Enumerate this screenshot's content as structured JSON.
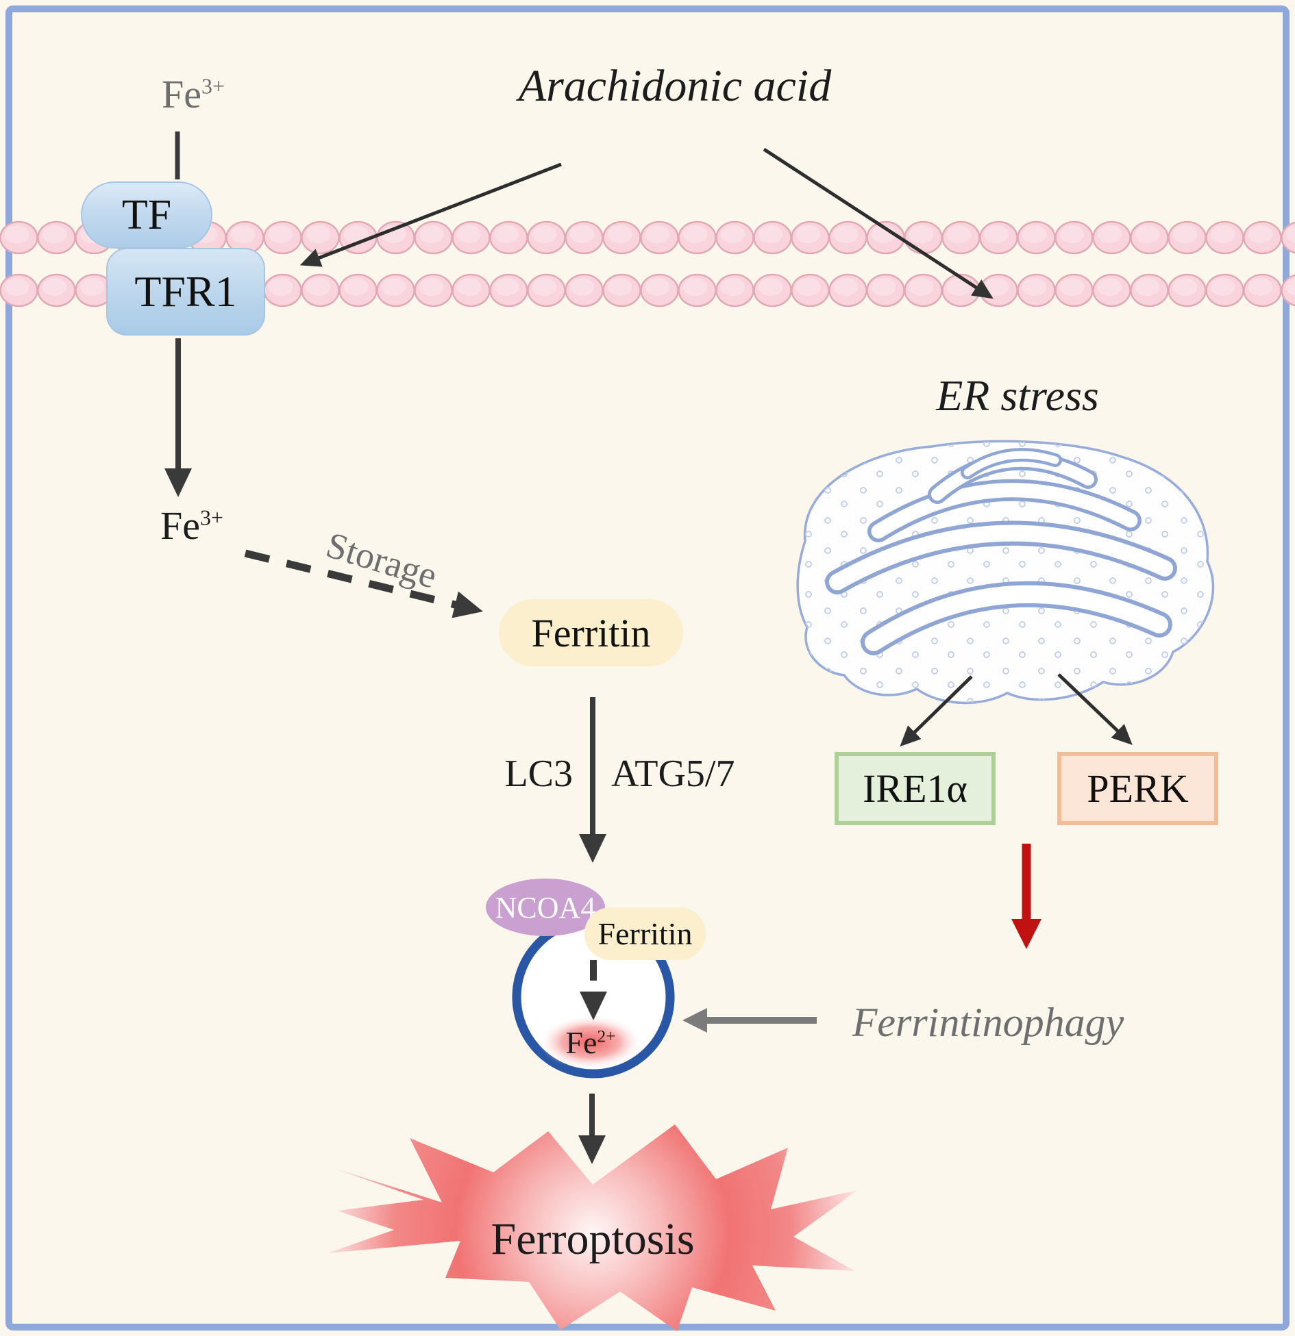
{
  "labels": {
    "arachidonic_acid": "Arachidonic acid",
    "fe3_extracellular": {
      "base": "Fe",
      "sup": "3+"
    },
    "tf": "TF",
    "tfr1": "TFR1",
    "fe3_cytosolic": {
      "base": "Fe",
      "sup": "3+"
    },
    "storage": "Storage",
    "ferritin": "Ferritin",
    "lc3": "LC3",
    "atg57": "ATG5/7",
    "ncoa4": "NCOA4",
    "ferritin_cargo": "Ferritin",
    "fe2": {
      "base": "Fe",
      "sup": "2+"
    },
    "er_stress": "ER stress",
    "ire1a": "IRE1α",
    "perk": "PERK",
    "ferrintinophagy": "Ferrintinophagy",
    "ferroptosis": "Ferroptosis"
  },
  "colors": {
    "background": "#FBF7EC",
    "frame_blue": "#8EA8DB",
    "membrane_head_pink": "#F9D4DC",
    "membrane_outline_pink": "#E0A9B6",
    "receptor_blue": "#BBD5EC",
    "ferritin_cream": "#FCEFCE",
    "ncoa4_purple": "#C9A0D0",
    "autophagosome_ring_blue": "#2A57A5",
    "fe2_glow_red": "#EE5050",
    "ire1a_fill": "#E4F0DB",
    "ire1a_border": "#AECF96",
    "perk_fill": "#FBE6D8",
    "perk_border": "#F2BD97",
    "red_arrow": "#C11212",
    "gray_text": "#6E6E6E",
    "er_outline_blue": "#8FA6D4",
    "starburst_red": "#F17373",
    "arrow_dark": "#333333"
  }
}
